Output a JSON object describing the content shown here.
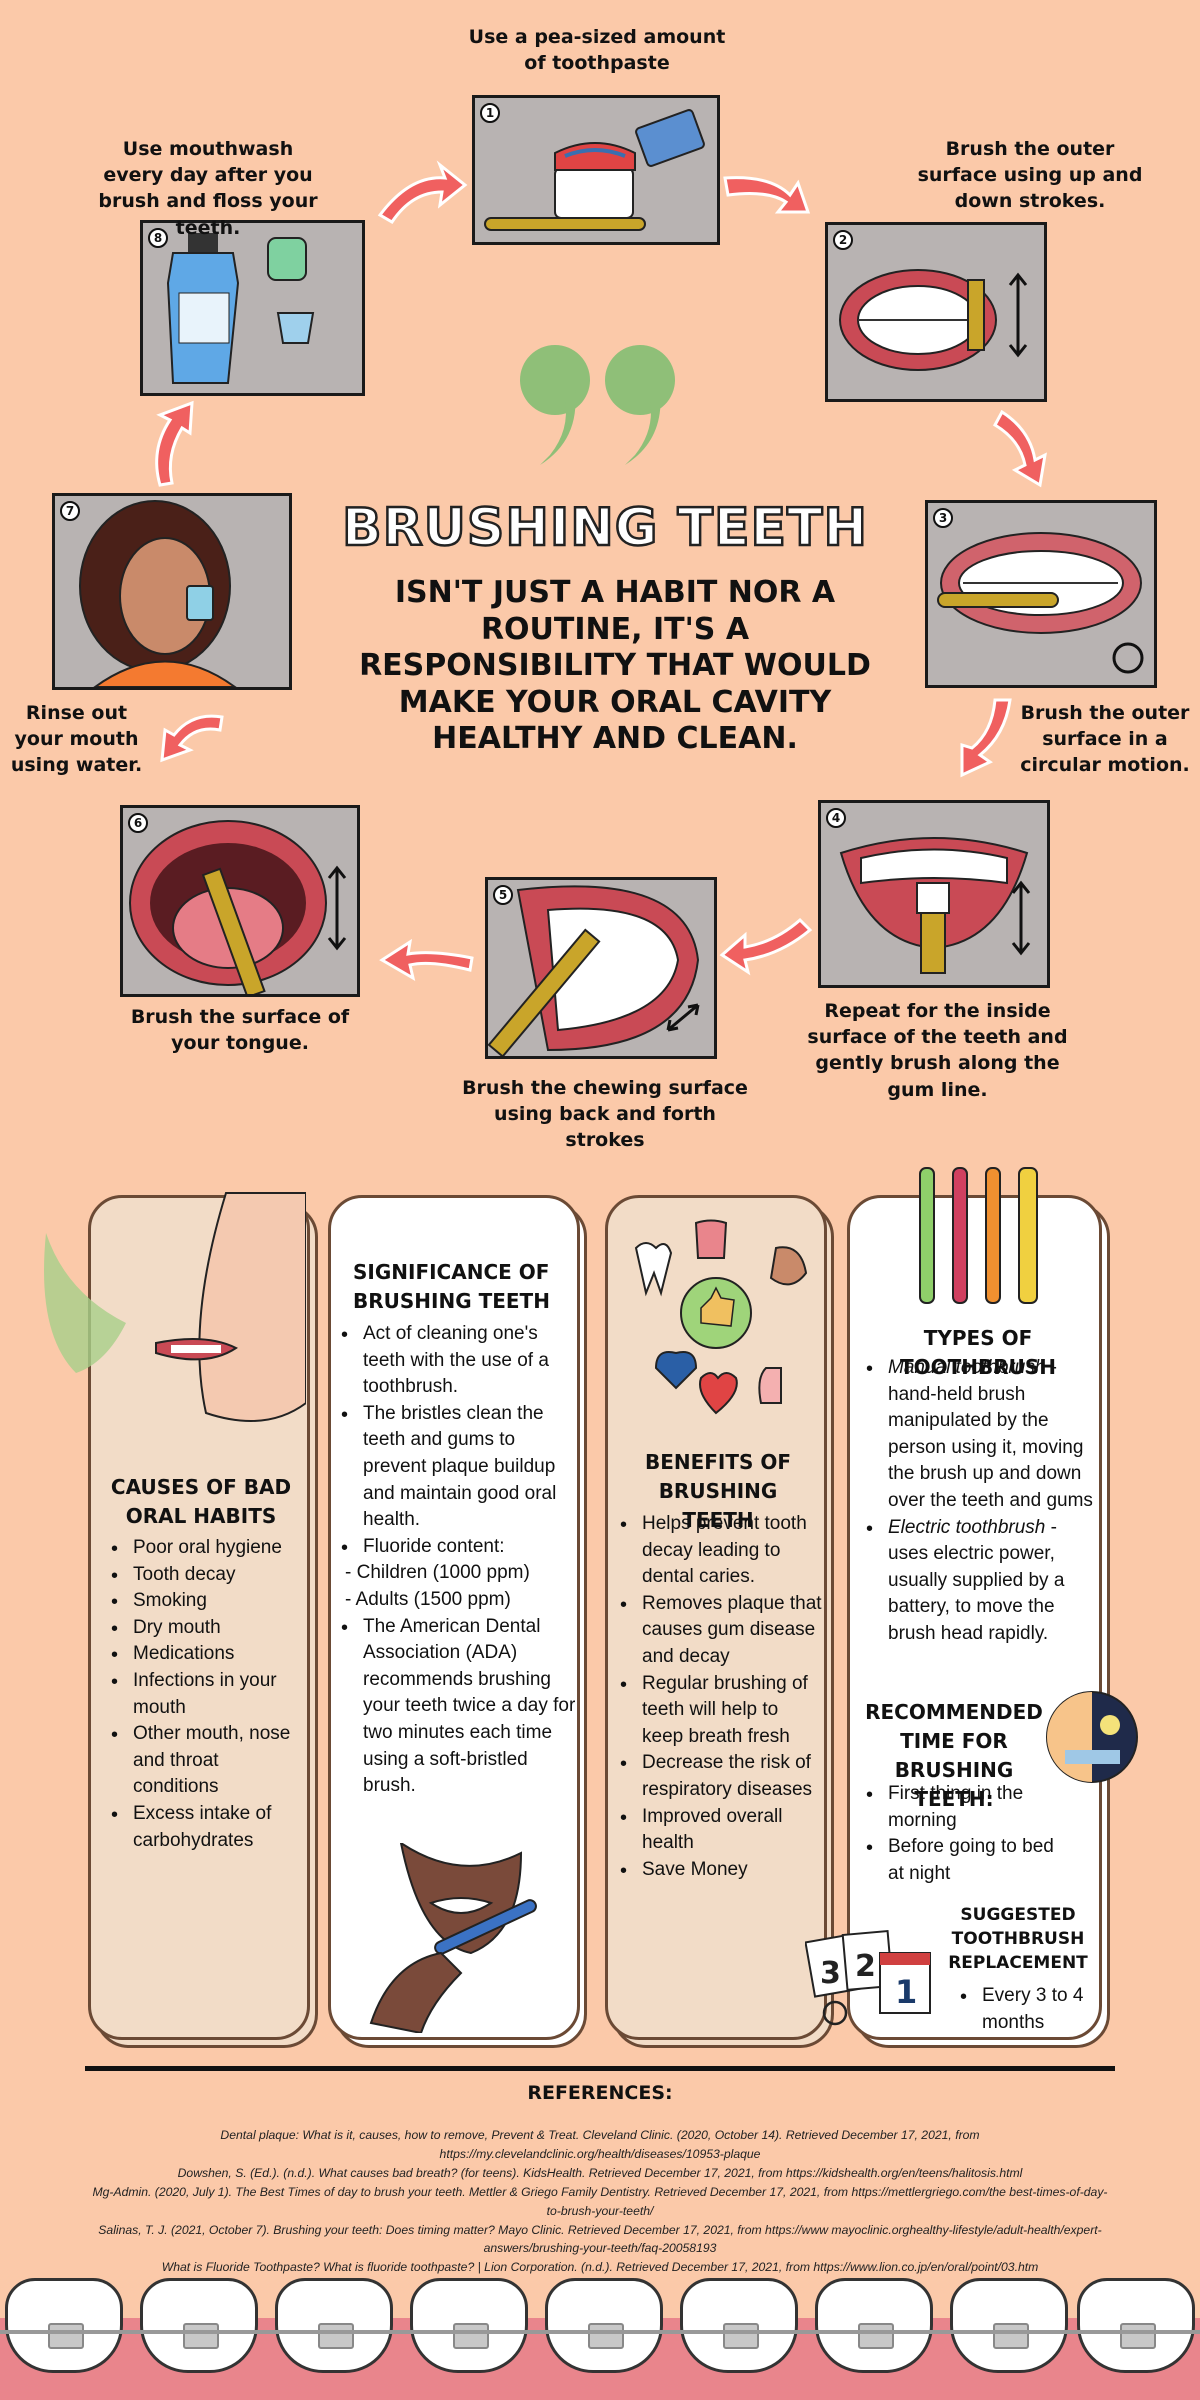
{
  "steps": [
    {
      "num": "1",
      "caption": "Use a pea-sized amount of toothpaste"
    },
    {
      "num": "2",
      "caption": "Brush the outer surface using up and down strokes."
    },
    {
      "num": "3",
      "caption": "Brush the outer surface in a circular motion."
    },
    {
      "num": "4",
      "caption": "Repeat for the inside surface of the teeth and gently brush along the gum line."
    },
    {
      "num": "5",
      "caption": "Brush the chewing surface using back and forth strokes"
    },
    {
      "num": "6",
      "caption": "Brush the surface of your tongue."
    },
    {
      "num": "7",
      "caption": "Rinse out your mouth using water."
    },
    {
      "num": "8",
      "caption": "Use mouthwash every day after you brush and floss your teeth."
    }
  ],
  "center": {
    "title": "BRUSHING TEETH",
    "tagline": "ISN'T JUST A HABIT NOR A ROUTINE, IT'S A RESPONSIBILITY THAT WOULD MAKE YOUR ORAL CAVITY HEALTHY AND CLEAN."
  },
  "causes": {
    "title": "CAUSES OF BAD ORAL HABITS",
    "items": [
      "Poor oral hygiene",
      "Tooth decay",
      "Smoking",
      "Dry mouth",
      "Medications",
      "Infections in your mouth",
      "Other mouth, nose and throat conditions",
      "Excess intake of carbohydrates"
    ]
  },
  "significance": {
    "title": "SIGNIFICANCE OF BRUSHING TEETH",
    "items": [
      "Act of cleaning one's teeth with the use of a toothbrush.",
      "The bristles clean the teeth and gums to prevent plaque buildup and maintain good oral health.",
      "Fluoride content:",
      "- Children (1000 ppm)",
      "- Adults (1500 ppm)",
      "The American Dental Association (ADA) recommends brushing your teeth twice a day for two minutes each time using a soft-bristled brush."
    ]
  },
  "benefits": {
    "title": "BENEFITS OF BRUSHING TEETH",
    "items": [
      "Helps prevent tooth decay leading to dental caries.",
      "Removes plaque that causes gum disease and decay",
      "Regular brushing of teeth will help to keep breath fresh",
      "Decrease the risk of respiratory diseases",
      "Improved overall health",
      "Save Money"
    ]
  },
  "types": {
    "title": "TYPES OF TOOTHBRUSH",
    "manual_term": "Manual toothbrush",
    "manual_desc": " - hand-held brush manipulated by the person using it, moving the brush up and down over the teeth and gums",
    "electric_term": "Electric toothbrush",
    "electric_desc": " - uses electric power, usually supplied by a battery, to move the brush head rapidly."
  },
  "time": {
    "title": "RECOMMENDED TIME FOR BRUSHING TEETH:",
    "items": [
      "First thing in the morning",
      "Before going to bed at night"
    ]
  },
  "replacement": {
    "title": "SUGGESTED TOOTHBRUSH REPLACEMENT",
    "items": [
      "Every 3 to 4 months"
    ]
  },
  "references": {
    "title": "REFERENCES:",
    "lines": [
      "Dental plaque: What is it, causes, how to remove, Prevent & Treat. Cleveland Clinic. (2020, October 14). Retrieved December 17, 2021, from https://my.clevelandclinic.org/health/diseases/10953-plaque",
      "Dowshen, S. (Ed.). (n.d.). What causes bad breath? (for teens). KidsHealth. Retrieved December 17, 2021, from https://kidshealth.org/en/teens/halitosis.html",
      "Mg-Admin. (2020, July 1). The Best Times of day to brush your teeth. Mettler & Griego Family Dentistry. Retrieved December 17, 2021, from https://mettlergriego.com/the best-times-of-day-to-brush-your-teeth/",
      "Salinas, T. J. (2021, October 7). Brushing your teeth: Does timing matter? Mayo Clinic. Retrieved December 17, 2021, from https://www mayoclinic.orghealthy-lifestyle/adult-health/expert-answers/brushing-your-teeth/faq-20058193",
      "What is Fluoride Toothpaste? What is fluoride toothpaste? | Lion Corporation. (n.d.). Retrieved December 17, 2021, from https://www.lion.co.jp/en/oral/point/03.htm"
    ]
  },
  "calendar_digits": [
    "3",
    "2",
    "1"
  ],
  "colors": {
    "background": "#fbc9a9",
    "arrow": "#f06060",
    "quote": "#8fbf78",
    "card_border": "#6b4a35",
    "gum": "#e9858c"
  }
}
